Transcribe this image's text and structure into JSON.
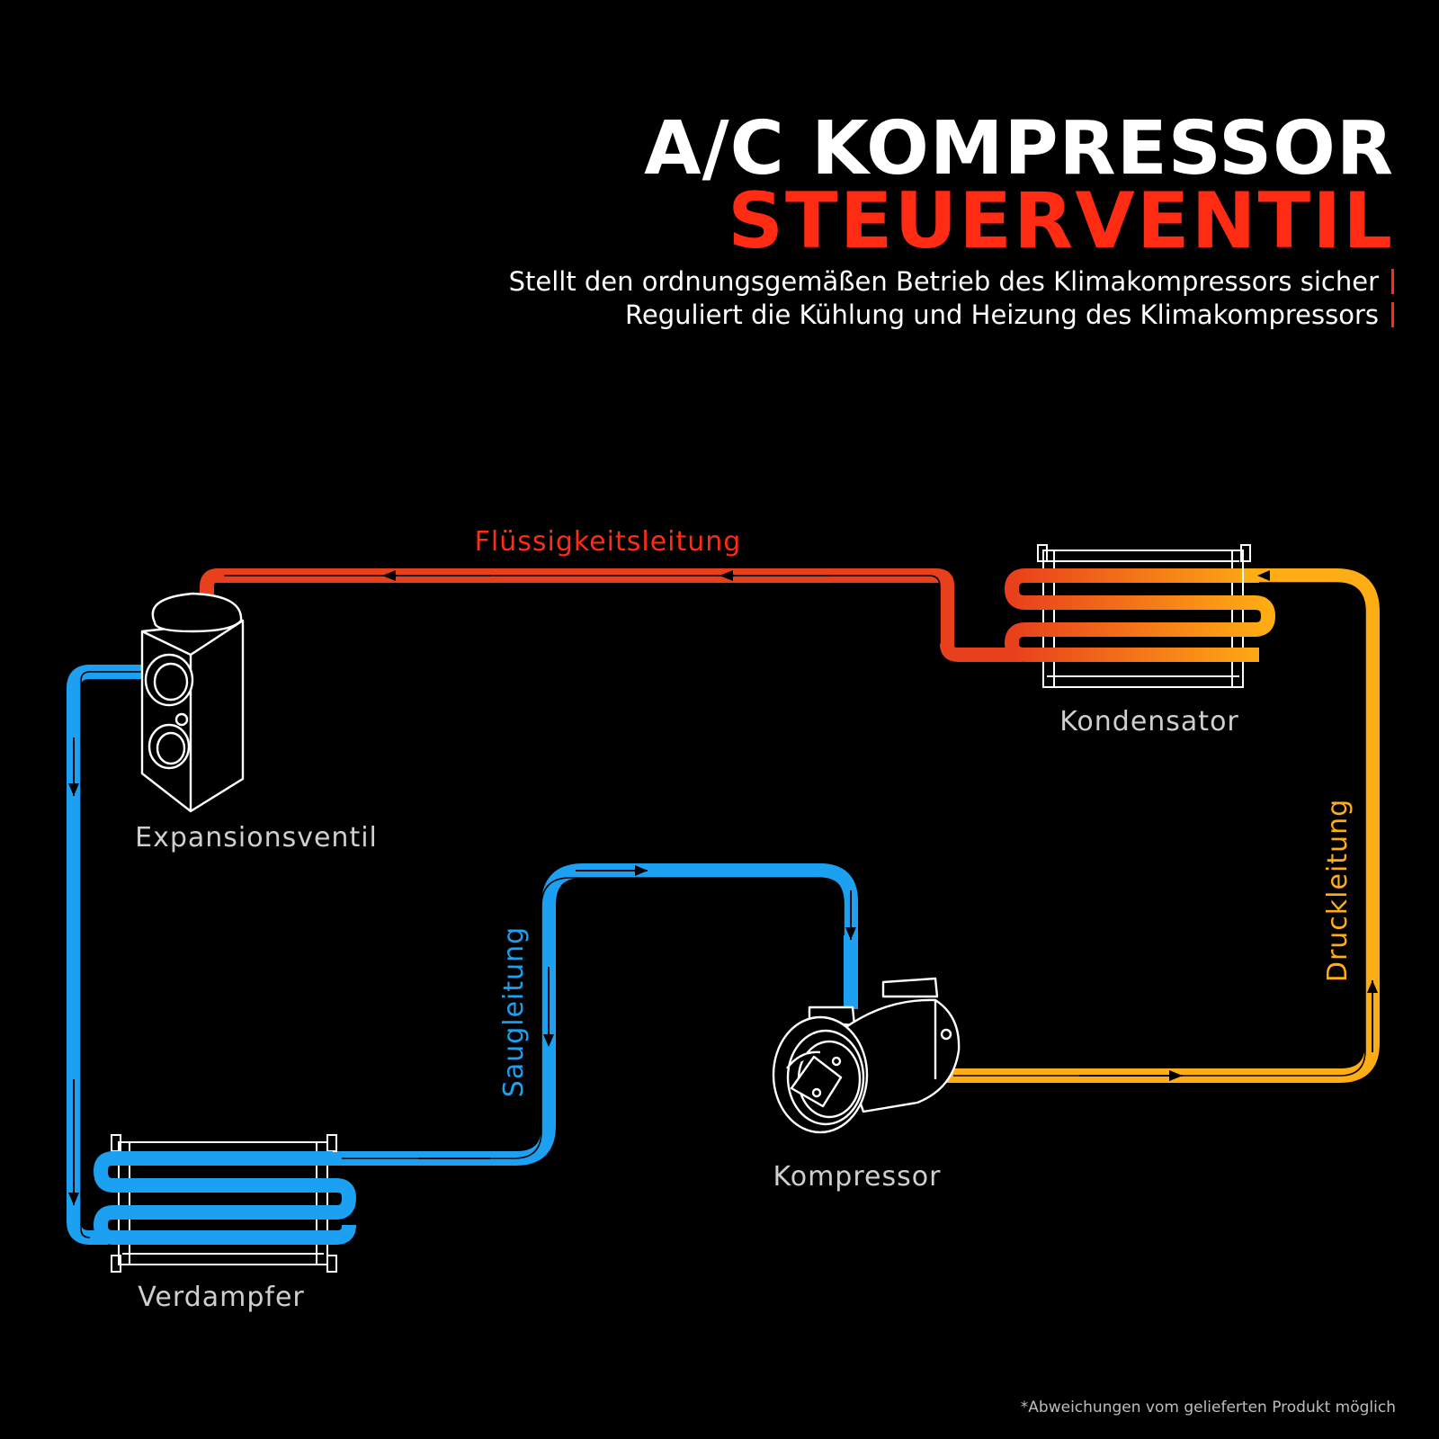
{
  "header": {
    "title_line1": "A/C KOMPRESSOR",
    "title_line2": "STEUERVENTIL",
    "subtitle_line1": "Stellt den ordnungsgemäßen Betrieb des Klimakompressors sicher",
    "subtitle_line2": "Reguliert die Kühlung und Heizung des Klimakompressors"
  },
  "diagram": {
    "lines": {
      "liquid": "Flüssigkeitsleitung",
      "pressure": "Druckleitung",
      "suction": "Saugleitung"
    },
    "components": {
      "condenser": "Kondensator",
      "expansion_valve": "Expansionsventil",
      "compressor": "Kompressor",
      "evaporator": "Verdampfer"
    }
  },
  "footer": {
    "disclaimer": "*Abweichungen vom gelieferten Produkt möglich"
  },
  "colors": {
    "background": "#000000",
    "accent_red": "#ff2b12",
    "liquid_line": "#e8401c",
    "pressure_line": "#ffad14",
    "suction_line": "#1ca0f2",
    "label_grey": "#cfcfcf"
  }
}
